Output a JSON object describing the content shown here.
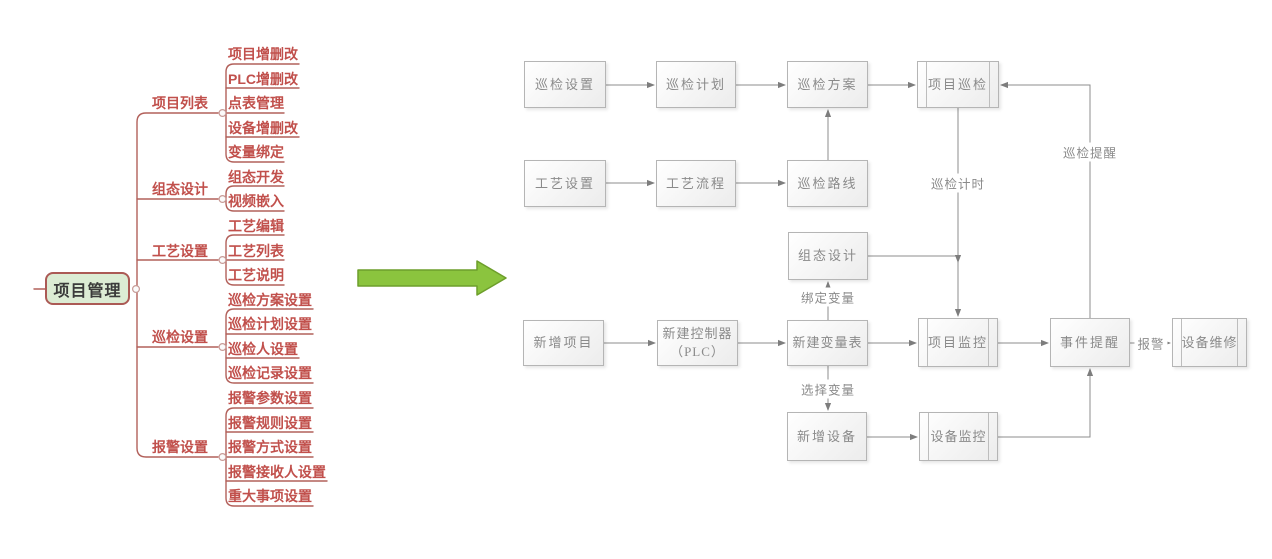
{
  "mindmap": {
    "root": "项目管理",
    "branches": [
      {
        "label": "项目列表",
        "children": [
          "项目增删改",
          "PLC增删改",
          "点表管理",
          "设备增删改",
          "变量绑定"
        ]
      },
      {
        "label": "组态设计",
        "children": [
          "组态开发",
          "视频嵌入"
        ]
      },
      {
        "label": "工艺设置",
        "children": [
          "工艺编辑",
          "工艺列表",
          "工艺说明"
        ]
      },
      {
        "label": "巡检设置",
        "children": [
          "巡检方案设置",
          "巡检计划设置",
          "巡检人设置",
          "巡检记录设置"
        ]
      },
      {
        "label": "报警设置",
        "children": [
          "报警参数设置",
          "报警规则设置",
          "报警方式设置",
          "报警接收人设置",
          "重大事项设置"
        ]
      }
    ]
  },
  "flowchart": {
    "nodes": {
      "insp_settings": "巡检设置",
      "insp_plan": "巡检计划",
      "insp_scheme": "巡检方案",
      "proj_insp": "项目巡检",
      "proc_settings": "工艺设置",
      "proc_flow": "工艺流程",
      "insp_route": "巡检路线",
      "config_design": "组态设计",
      "new_project": "新增项目",
      "new_plc": "新建控制器\n（PLC）",
      "new_vartable": "新建变量表",
      "proj_monitor": "项目监控",
      "event_remind": "事件提醒",
      "equip_repair": "设备维修",
      "new_equip": "新增设备",
      "equip_monitor": "设备监控"
    },
    "edge_labels": {
      "insp_timing": "巡检计时",
      "insp_remind": "巡检提醒",
      "bind_var": "绑定变量",
      "select_var": "选择变量",
      "alarm": "报警"
    }
  },
  "colors": {
    "root_fill": "#dcecd4",
    "root_border": "#ab5a55",
    "mindmap_line": "#b2605a",
    "mindmap_text": "#c1504c",
    "flow_border": "#b5b5b5",
    "flow_text": "#8a8a8a",
    "connector": "#8c8c8c",
    "green_arrow_fill": "#8bc43e",
    "green_arrow_border": "#6d9e2b"
  }
}
